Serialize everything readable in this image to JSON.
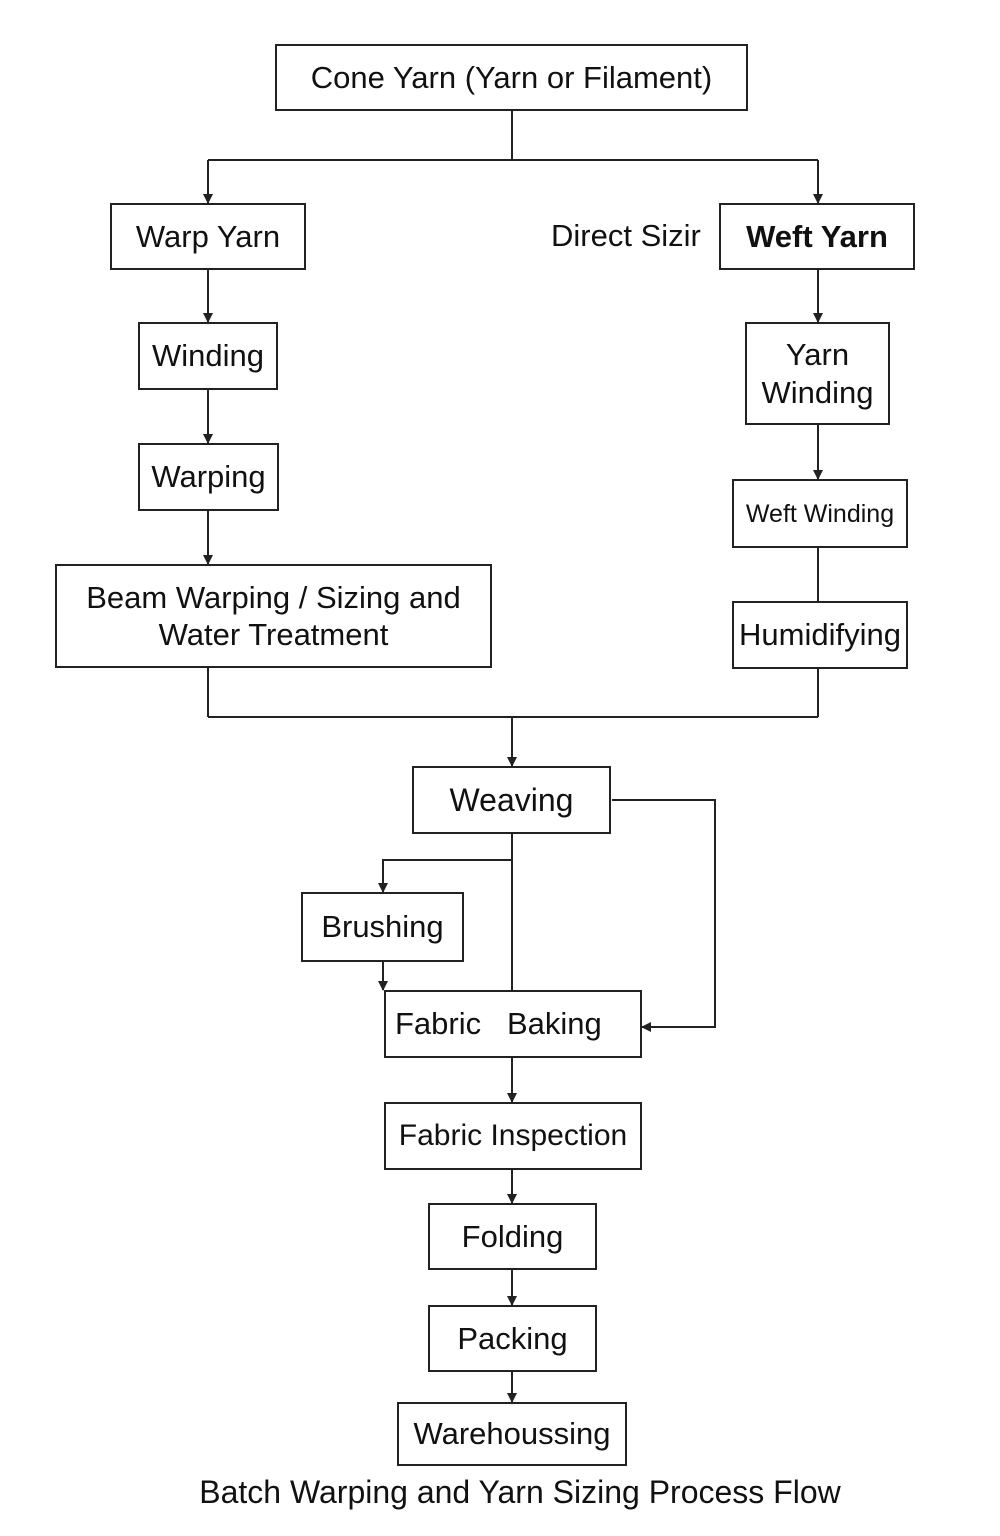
{
  "diagram": {
    "title": "Batch Warping and Yarn Sizing Process Flow",
    "side_label": "Direct Sizir",
    "nodes": {
      "cone_yarn": "Cone Yarn (Yarn or Filament)",
      "warp_yarn": "Warp Yarn",
      "winding": "Winding",
      "warping": "Warping",
      "beam_warping_line1": "Beam Warping / Sizing and",
      "beam_warping_line2": "Water Treatment",
      "weft_yarn": "Weft Yarn",
      "yarn_winding_line1": "Yarn",
      "yarn_winding_line2": "Winding",
      "weft_winding": "Weft Winding",
      "humidifying": "Humidifying",
      "weaving": "Weaving",
      "brushing": "Brushing",
      "fabric_baking": "Fabric   Baking",
      "fabric_inspection": "Fabric Inspection",
      "folding": "Folding",
      "packing": "Packing",
      "warehousing": "Warehoussing"
    },
    "edges": [
      {
        "from": "cone_yarn",
        "to": "warp_yarn"
      },
      {
        "from": "cone_yarn",
        "to": "weft_yarn"
      },
      {
        "from": "warp_yarn",
        "to": "winding"
      },
      {
        "from": "winding",
        "to": "warping"
      },
      {
        "from": "warping",
        "to": "beam_warping"
      },
      {
        "from": "weft_yarn",
        "to": "yarn_winding"
      },
      {
        "from": "yarn_winding",
        "to": "weft_winding"
      },
      {
        "from": "weft_winding",
        "to": "humidifying"
      },
      {
        "from": "beam_warping",
        "to": "weaving"
      },
      {
        "from": "humidifying",
        "to": "weaving"
      },
      {
        "from": "weaving",
        "to": "brushing"
      },
      {
        "from": "weaving",
        "to": "fabric_baking"
      },
      {
        "from": "brushing",
        "to": "fabric_baking"
      },
      {
        "from": "fabric_baking",
        "to": "fabric_inspection"
      },
      {
        "from": "fabric_inspection",
        "to": "folding"
      },
      {
        "from": "folding",
        "to": "packing"
      },
      {
        "from": "packing",
        "to": "warehousing"
      }
    ]
  }
}
